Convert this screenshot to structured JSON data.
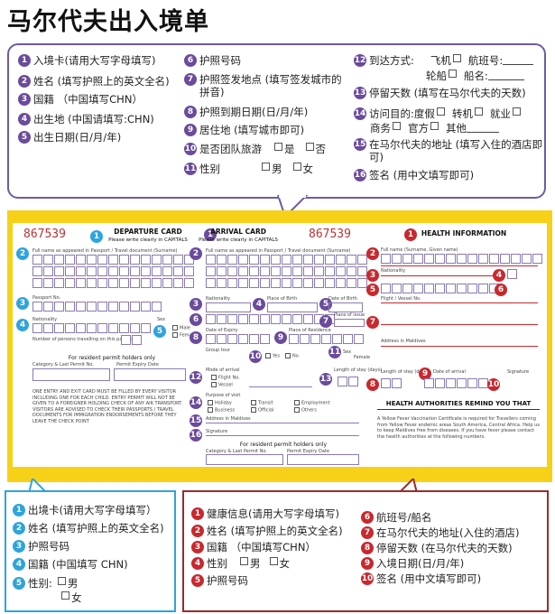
{
  "title": "马尔代夫出入境单",
  "top_bubble": {
    "col1": [
      {
        "n": "1",
        "t": "入境卡(请用大写字母填写)"
      },
      {
        "n": "2",
        "t": "姓名 (填写护照上的英文全名)"
      },
      {
        "n": "3",
        "t": "国籍 （中国填写CHN）"
      },
      {
        "n": "4",
        "t": "出生地 (中国请填写:CHN)"
      },
      {
        "n": "5",
        "t": "出生日期(日/月/年)"
      }
    ],
    "col2": [
      {
        "n": "6",
        "t": "护照号码"
      },
      {
        "n": "7",
        "t": "护照签发地点 (填写签发城市的拼音)"
      },
      {
        "n": "8",
        "t": "护照到期日期(日/月/年)"
      },
      {
        "n": "9",
        "t": "居住地 (填写城市即可)"
      },
      {
        "n": "10",
        "t": "是否团队旅游",
        "o1": "是",
        "o2": "否"
      },
      {
        "n": "11",
        "t": "性别",
        "o1": "男",
        "o2": "女"
      }
    ],
    "col3": {
      "n12": "12",
      "arrival": "到达方式:",
      "plane": "飞机",
      "flight": "航班号:",
      "ship": "轮船",
      "shipname": "船名:",
      "n13": "13",
      "stay": "停留天数 (填写在马尔代夫的天数)",
      "n14": "14",
      "purpose": "访问目的:度假",
      "transit": "转机",
      "work": "就业",
      "business": "商务",
      "official": "官方",
      "other": "其他",
      "n15": "15",
      "address": "在马尔代夫的地址 (填写入住的酒店即可)",
      "n16": "16",
      "sign": "签名 (用中文填写即可)"
    }
  },
  "card": {
    "dep_no": "867539",
    "dep_title": "DEPARTURE CARD",
    "dep_sub": "Please write clearly in CAPITALS",
    "arr_title": "ARRIVAL CARD",
    "arr_sub": "Please write clearly in CAPITALS",
    "arr_no": "867539",
    "health_title": "HEALTH INFORMATION",
    "dep_name": "Full name as appeared in Passport / Travel document (Surname)",
    "arr_name": "Full name as appeared in Passport / Travel document (Surname)",
    "health_name": "Full name (Surname, Given name)",
    "nationality": "Nationality",
    "passport_no": "Passport No.",
    "date_of_birth": "Date of Birth",
    "place_of_birth": "Place of Birth",
    "place_of_issue": "Place of issue",
    "date_of_expiry": "Date of Expiry",
    "sex": "Sex",
    "male": "Male",
    "female": "Female",
    "residence": "Place of Residence",
    "children": "Number of persons travelling on this passport",
    "resident_hdr": "For resident permit holders only",
    "category": "Category & Last Permit No.",
    "permit_expiry": "Permit Expiry Date",
    "dep_notes": "ONE ENTRY AND EXIT CARD MUST BE FILLED BY EVERY VISITOR INCLUDING ONE FOR EACH CHILD. ENTRY PERMIT WILL NOT BE GIVEN TO A FOREIGNER HOLDING CHECK OF ANY AIR TRANSPORT. VISITORS ARE ADVISED TO CHECK THEIR PASSPORTS / TRAVEL DOCUMENTS FOR IMMIGRATION ENDORSEMENTS BEFORE THEY LEAVE THE CHECK POINT",
    "group_tour": "Group tour",
    "yes": "Yes",
    "no": "No",
    "mode_arrival": "Mode of arrival",
    "flight": "Flight No.",
    "vessel": "Vessel",
    "length_stay": "Length of stay (days)",
    "purpose": "Purpose of visit",
    "holiday": "Holiday",
    "transit": "Transit",
    "employment": "Employment",
    "business": "Business",
    "official": "Official",
    "others": "Others",
    "address_mv": "Address in Maldives",
    "signature": "Signature",
    "flight_vessel": "Flight / Vessel No.",
    "date_arrival": "Date of arrival",
    "date": "Date",
    "remind": "HEALTH AUTHORITIES REMIND YOU THAT",
    "remind_text": "A Yellow Fever Vaccination Certificate is required for Travellers coming from Yellow Fever endemic areas South America, Central Africa. Help us to keep Maldives free from diseases. If you have fever please contact the health authorities at the following numbers."
  },
  "blue_panel": [
    {
      "n": "1",
      "t": "出境卡(请用大写字母填写）"
    },
    {
      "n": "2",
      "t": "姓名 (填写护照上的英文全名)"
    },
    {
      "n": "3",
      "t": "护照号码"
    },
    {
      "n": "4",
      "t": "国籍 (中国填写 CHN)"
    },
    {
      "n": "5",
      "t": "性别:",
      "o1": "男",
      "o2": "女"
    }
  ],
  "red_panel": {
    "left": [
      {
        "n": "1",
        "t": "健康信息(请用大写字母填写)"
      },
      {
        "n": "2",
        "t": "姓名 (填写护照上的英文全名)"
      },
      {
        "n": "3",
        "t": "国籍 （中国填写CHN）"
      },
      {
        "n": "4",
        "t": "性别",
        "o1": "男",
        "o2": "女"
      },
      {
        "n": "5",
        "t": "护照号码"
      }
    ],
    "right": [
      {
        "n": "6",
        "t": "航班号/船名"
      },
      {
        "n": "7",
        "t": "在马尔代夫的地址(入住的酒店)"
      },
      {
        "n": "8",
        "t": "停留天数 (在马尔代夫的天数)"
      },
      {
        "n": "9",
        "t": "入境日期(日/月/年)"
      },
      {
        "n": "10",
        "t": "签名 (用中文填写即可)"
      }
    ]
  },
  "colors": {
    "purple": "#6a4b9c",
    "blue": "#2fa4dc",
    "red": "#c8282e",
    "yellow": "#f7d117"
  }
}
